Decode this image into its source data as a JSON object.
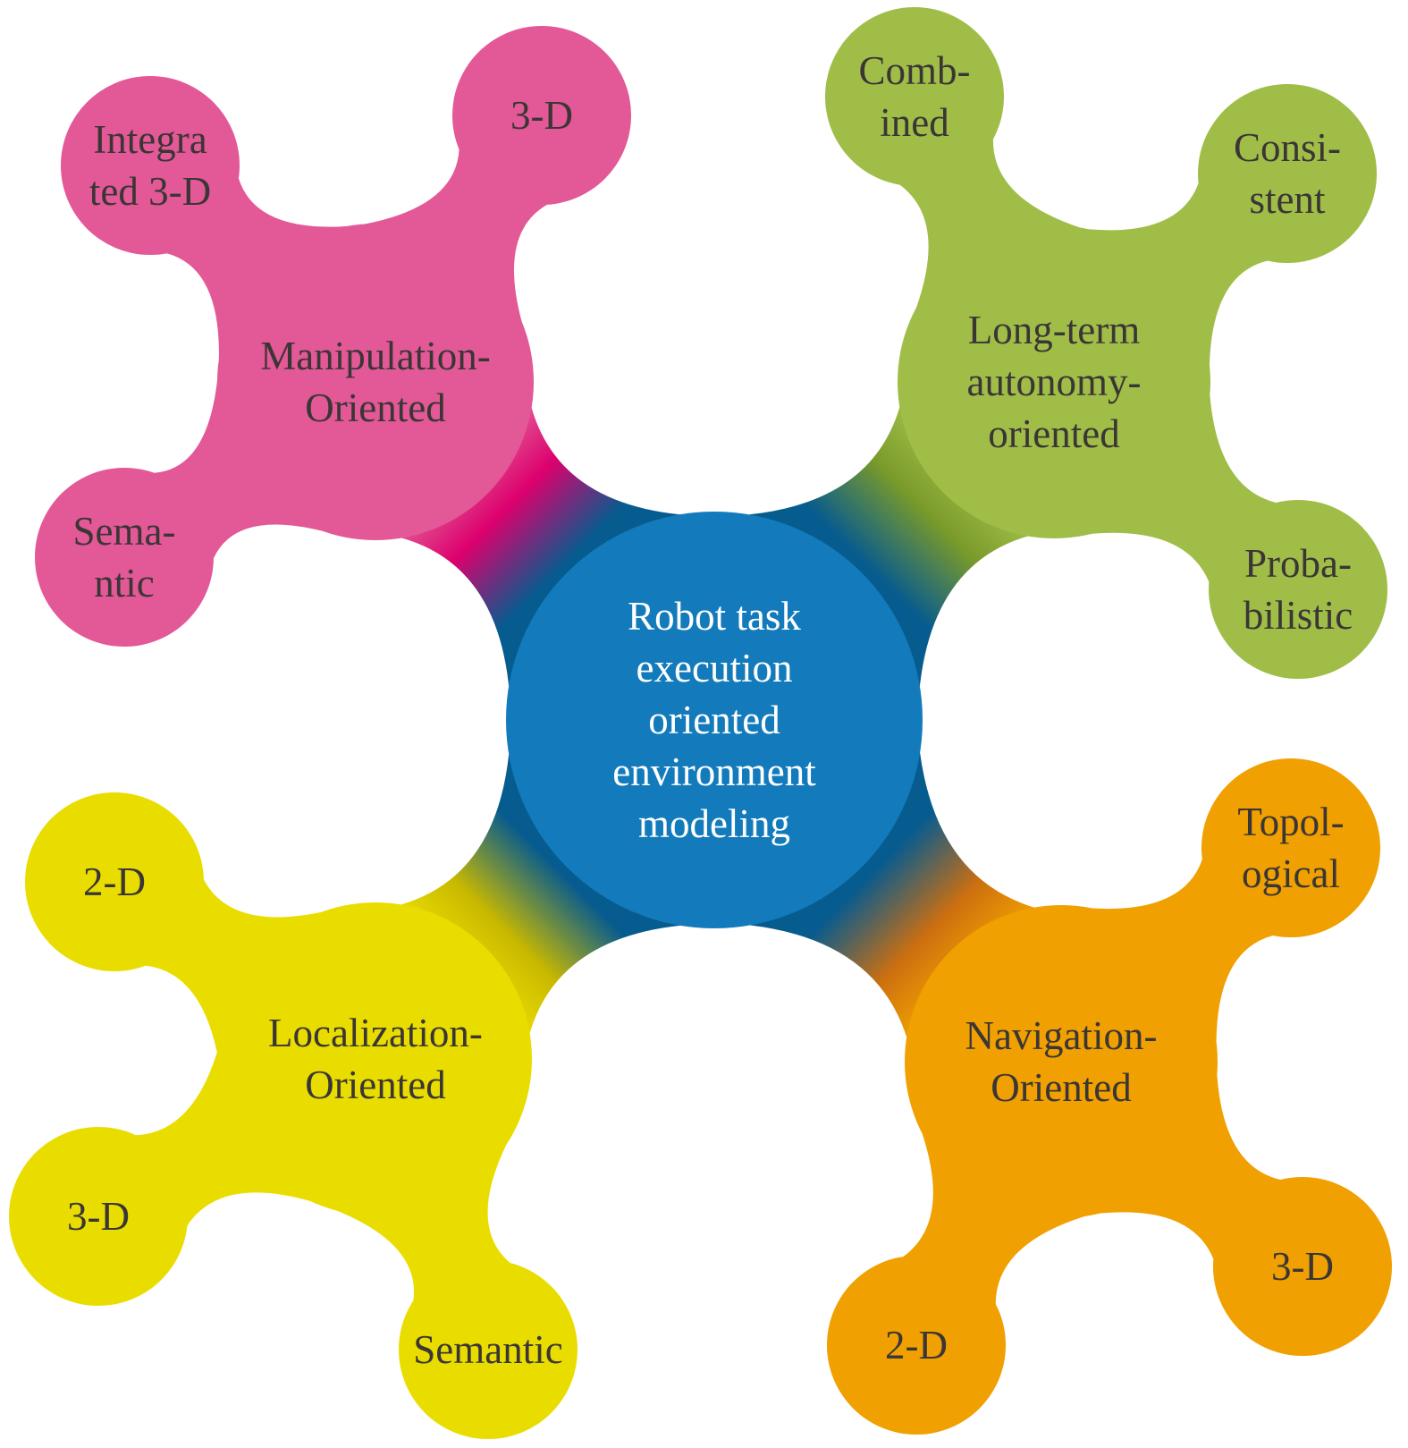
{
  "title": "Robot task execution oriented environment modeling mind map",
  "colors": {
    "center": "#137bbb",
    "center_dark": "#065b8f",
    "manipulation": "#e35896",
    "manipulation_dark": "#dc006d",
    "longterm": "#a0bd48",
    "longterm_dark": "#7a9a2a",
    "localization": "#e9dd00",
    "localization_dark": "#c8b800",
    "navigation": "#f0a000",
    "navigation_dark": "#cc6f10",
    "text": "#3b3636"
  },
  "center": {
    "lines": [
      "Robot task",
      "execution",
      "oriented",
      "environment",
      "modeling"
    ]
  },
  "branches": [
    {
      "id": "manipulation",
      "lines": [
        "Manipulation-",
        "Oriented"
      ],
      "children": [
        {
          "lines": [
            "3-D"
          ]
        },
        {
          "lines": [
            "Integra",
            "ted 3-D"
          ]
        },
        {
          "lines": [
            "Sema-",
            "ntic"
          ]
        }
      ]
    },
    {
      "id": "longterm",
      "lines": [
        "Long-term",
        "autonomy-",
        "oriented"
      ],
      "children": [
        {
          "lines": [
            "Comb-",
            "ined"
          ]
        },
        {
          "lines": [
            "Consi-",
            "stent"
          ]
        },
        {
          "lines": [
            "Proba-",
            "bilistic"
          ]
        }
      ]
    },
    {
      "id": "localization",
      "lines": [
        "Localization-",
        "Oriented"
      ],
      "children": [
        {
          "lines": [
            "2-D"
          ]
        },
        {
          "lines": [
            "3-D"
          ]
        },
        {
          "lines": [
            "Semantic"
          ]
        }
      ]
    },
    {
      "id": "navigation",
      "lines": [
        "Navigation-",
        "Oriented"
      ],
      "children": [
        {
          "lines": [
            "Topol-",
            "ogical"
          ]
        },
        {
          "lines": [
            "3-D"
          ]
        },
        {
          "lines": [
            "2-D"
          ]
        }
      ]
    }
  ]
}
